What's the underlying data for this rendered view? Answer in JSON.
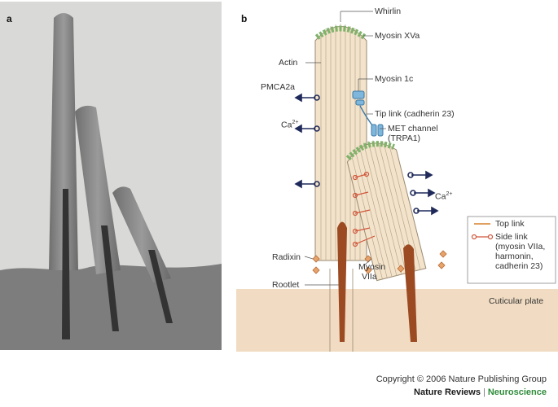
{
  "panel_a": {
    "letter": "a"
  },
  "panel_b": {
    "letter": "b",
    "labels": {
      "whirlin": "Whirlin",
      "myosin_xva": "Myosin XVa",
      "actin": "Actin",
      "pmca2a": "PMCA2a",
      "myosin_1c": "Myosin 1c",
      "ca_left": "Ca",
      "ca_right": "Ca",
      "ca_superscript": "2+",
      "tip_link": "Tip link (cadherin 23)",
      "met_channel_line1": "MET channel",
      "met_channel_line2": "(TRPA1)",
      "radixin": "Radixin",
      "myosin_viia_line1": "Myosin",
      "myosin_viia_line2": "VIIa",
      "rootlet": "Rootlet",
      "cuticular_plate": "Cuticular plate"
    },
    "legend": {
      "top_link": "Top link",
      "side_link_line1": "Side link",
      "side_link_line2": "(myosin VIIa,",
      "side_link_line3": "harmonin,",
      "side_link_line4": "cadherin 23)"
    },
    "colors": {
      "stereocilium_fill": "#f3e3cb",
      "stereocilium_stroke": "#9a8a72",
      "tip_density": "#8fc47a",
      "rootlet": "#9b4a22",
      "cuticular_plate": "#f1dcc3",
      "pump_navy": "#1f2a5a",
      "link_orange": "#d0563a",
      "channel_blue": "#7fb7dc"
    }
  },
  "credit": {
    "copyright": "Copyright © 2006 Nature Publishing Group",
    "journal": "Nature Reviews",
    "separator": "|",
    "section": "Neuroscience"
  }
}
